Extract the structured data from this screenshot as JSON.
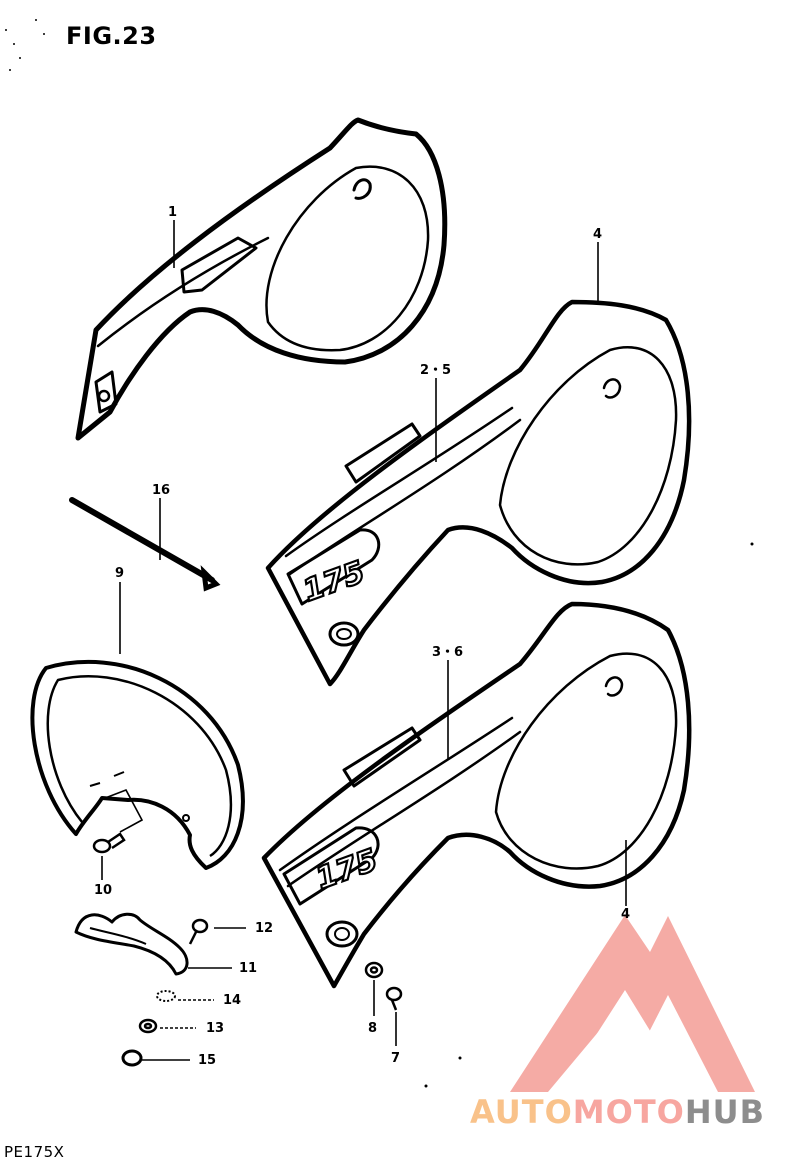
{
  "figure": {
    "title": "FIG.23",
    "model": "PE175X"
  },
  "emblem": {
    "text": "175"
  },
  "callouts": [
    {
      "id": "c1",
      "label": "1"
    },
    {
      "id": "c4a",
      "label": "4"
    },
    {
      "id": "c25",
      "label": "2・5"
    },
    {
      "id": "c16",
      "label": "16"
    },
    {
      "id": "c9",
      "label": "9"
    },
    {
      "id": "c36",
      "label": "3・6"
    },
    {
      "id": "c10",
      "label": "10"
    },
    {
      "id": "c4b",
      "label": "4"
    },
    {
      "id": "c12",
      "label": "12"
    },
    {
      "id": "c11",
      "label": "11"
    },
    {
      "id": "c14",
      "label": "14"
    },
    {
      "id": "c13",
      "label": "13"
    },
    {
      "id": "c15",
      "label": "15"
    },
    {
      "id": "c8",
      "label": "8"
    },
    {
      "id": "c7",
      "label": "7"
    }
  ],
  "watermark": {
    "part1": "AUTO",
    "part2": "MOTO",
    "part3": "HUB",
    "colors": {
      "auto": "#f9c28a",
      "moto": "#f7a6a0",
      "hub": "#8d8d8d",
      "logo": "#f4a29c"
    }
  }
}
